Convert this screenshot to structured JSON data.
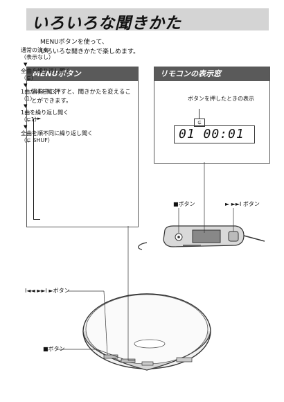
{
  "title": "いろいろな聞きかた",
  "intro": [
    "MENUボタンを使って、",
    "いろいろな聞きかたで楽しめます。"
  ],
  "menu_panel": {
    "header": "MENUボタン",
    "description": "演奏中に押すと、聞きかたを変えることができます。",
    "flow": [
      {
        "line1": "通常の演奏",
        "line2": "（表示なし）"
      },
      {
        "line1": "全曲を繰り返し聞く",
        "line2": "（⊊）"
      },
      {
        "line1": "1曲だけを聞く",
        "line2": "（1）"
      },
      {
        "line1": "1曲を繰り返し聞く",
        "line2": "（⊊1）"
      },
      {
        "line1": "全曲を順不同に繰り返し聞く",
        "line2": "（⊊ SHUF）"
      }
    ]
  },
  "remote_panel": {
    "header": "リモコンの表示窓",
    "caption": "ボタンを押したときの表示",
    "lcd_digits": "01 00:01",
    "lcd_icon": "⊊"
  },
  "callouts": {
    "remote_stop": "■ボタン",
    "remote_play": "► ►►I ボタン",
    "player_skip": "I◄◄ ►►I ►ボタン",
    "player_stop": "■ボタン"
  }
}
